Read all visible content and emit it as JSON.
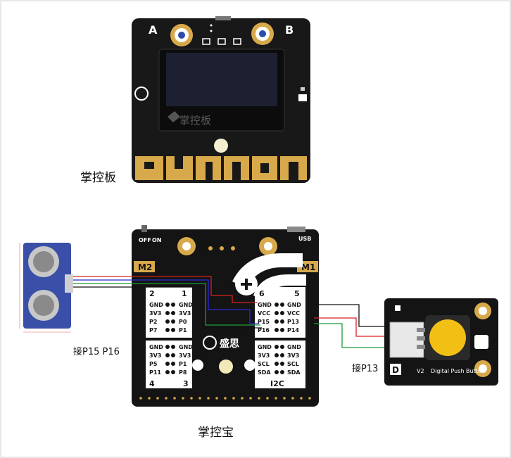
{
  "board": {
    "label_a": "A",
    "label_b": "B",
    "watermark": "掌控板",
    "brand_text": "PYTHON",
    "caption": "掌控板"
  },
  "shield": {
    "caption": "掌控宝",
    "off_label": "OFF",
    "on_label": "ON",
    "usb_label": "USB",
    "m1_label": "M1",
    "m2_label": "M2",
    "logo_text": "盛思",
    "i2c_label": "I2C",
    "headers": {
      "h1": "1",
      "h2": "2",
      "h3": "3",
      "h4": "4",
      "h5": "5",
      "h6": "6",
      "left_pins": [
        "GND",
        "3V3",
        "P2",
        "P7"
      ],
      "left_pins_r": [
        "GND",
        "3V3",
        "P0",
        "P1"
      ],
      "bottom_left_pins": [
        "GND",
        "3V3",
        "P5",
        "P11"
      ],
      "bottom_left_pins_r": [
        "GND",
        "3V3",
        "P1",
        "P8"
      ],
      "mid_pins": [
        "GND",
        "VCC",
        "P15",
        "P16"
      ],
      "right_pins": [
        "GND",
        "VCC",
        "P13",
        "P14"
      ],
      "i2c_left": [
        "GND",
        "3V3",
        "SCL",
        "SDA"
      ],
      "i2c_right": [
        "GND",
        "3V3",
        "SCL",
        "SDA"
      ]
    }
  },
  "sensor": {
    "caption": "接P15 P16"
  },
  "button_module": {
    "caption": "接P13",
    "model": "V2",
    "name": "Digital Push Button",
    "d_label": "D"
  },
  "colors": {
    "wire_red": "#d62020",
    "wire_black": "#111111",
    "wire_blue": "#2a2ad6",
    "wire_green": "#1a9a3a",
    "board_black": "#151515",
    "gold": "#d8a94a"
  }
}
